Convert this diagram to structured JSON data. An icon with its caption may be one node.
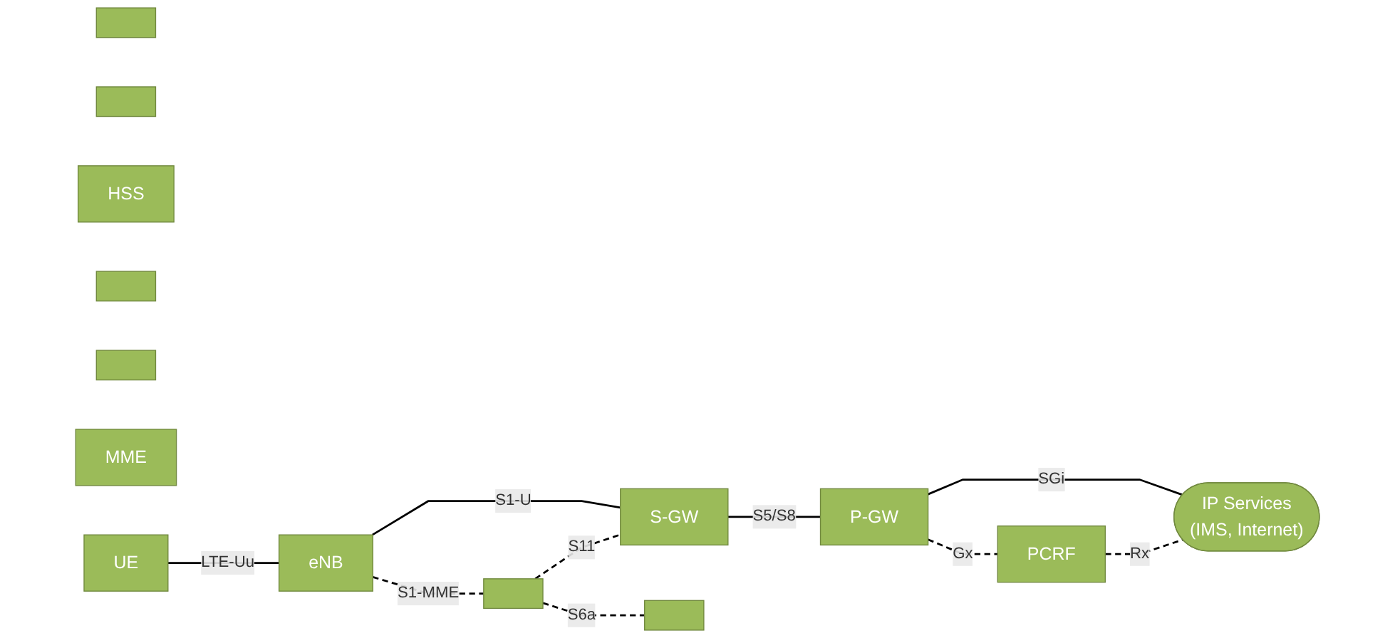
{
  "diagram": {
    "nodes": [
      {
        "text": [],
        "shape": "box"
      },
      {
        "text": [],
        "shape": "box"
      },
      {
        "text": [],
        "shape": "box"
      },
      {
        "text": [
          "HSS"
        ]
      },
      {
        "text": [],
        "shape": "box"
      },
      {
        "text": [],
        "shape": "box"
      },
      {
        "text": [],
        "shape": "box"
      },
      {
        "text": [
          "MME"
        ]
      },
      {
        "text": [
          "PCRF"
        ]
      },
      {
        "text": [
          "UE"
        ]
      },
      {
        "text": [
          "eNB"
        ]
      },
      {
        "text": [
          "S-GW"
        ]
      },
      {
        "text": [
          "P-GW"
        ]
      },
      {
        "text": [
          "IP Services",
          "(IMS, Internet)"
        ]
      }
    ],
    "edges": [
      {
        "from": 9,
        "to": 10,
        "arrow": "none",
        "label": "LTE-Uu"
      },
      {
        "from": 10,
        "to": 11,
        "arrow": "none",
        "label": "S1-U"
      },
      {
        "from": 11,
        "to": 12,
        "arrow": "none",
        "label": "S5/S8"
      },
      {
        "from": 12,
        "to": 13,
        "arrow": "none",
        "label": "SGi"
      },
      {
        "from": 10,
        "to": 4,
        "arrow": "none",
        "label": "S1-MME",
        "style": "dashed"
      },
      {
        "from": 4,
        "to": 11,
        "arrow": "none",
        "label": "S11",
        "style": "dashed"
      },
      {
        "from": 4,
        "to": 0,
        "arrow": "none",
        "label": "S6a",
        "style": "dashed"
      },
      {
        "from": 12,
        "to": 8,
        "arrow": "none",
        "label": "Gx",
        "style": "dashed"
      },
      {
        "from": 8,
        "to": 13,
        "arrow": "none",
        "label": "Rx",
        "style": "dashed"
      }
    ]
  }
}
